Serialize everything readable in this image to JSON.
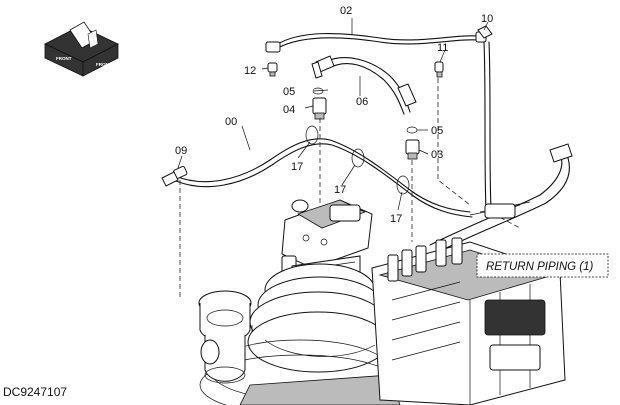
{
  "callouts": {
    "c00": "00",
    "c02": "02",
    "c03": "03",
    "c04": "04",
    "c05a": "05",
    "c05b": "05",
    "c06": "06",
    "c09": "09",
    "c10": "10",
    "c11": "11",
    "c12": "12",
    "c17a": "17",
    "c17b": "17",
    "c17c": "17"
  },
  "reference_box": {
    "label": "RETURN PIPING (1)"
  },
  "orientation_icon": {
    "name": "front-orientation-icon",
    "text_top": "FRONT",
    "text_side": "FRONT"
  },
  "document_id": "DC9247107"
}
